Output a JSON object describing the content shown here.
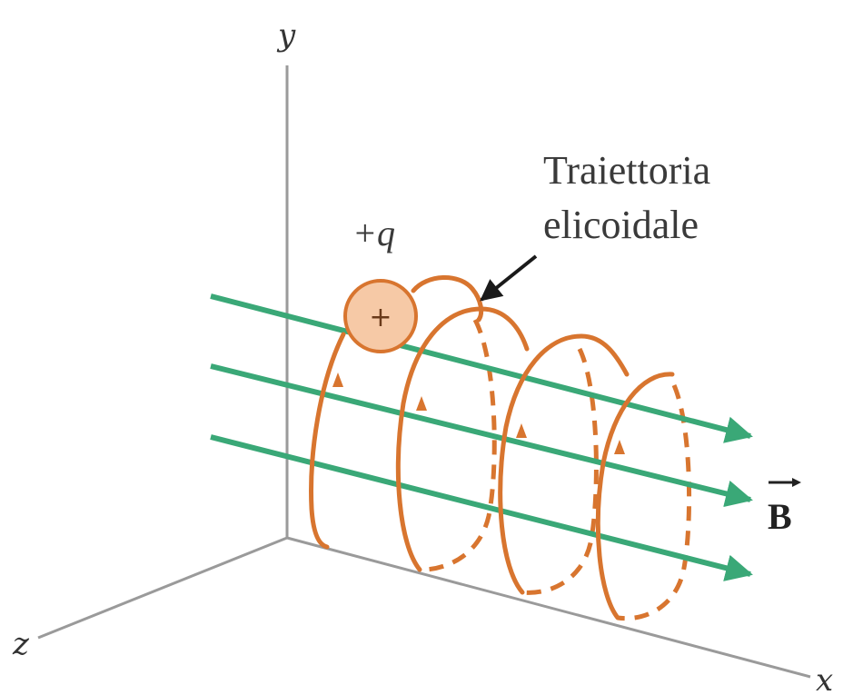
{
  "axes": {
    "x": "x",
    "y": "y",
    "z": "z"
  },
  "charge": {
    "label": "+q",
    "sign": "+"
  },
  "callout": {
    "line1": "Traiettoria",
    "line2": "elicoidale"
  },
  "field": {
    "label": "B"
  },
  "colors": {
    "helix": "#d8752f",
    "field": "#3aa877",
    "axis": "#9a9a9a",
    "charge_fill": "#f6c9a6",
    "charge_stroke": "#d8752f"
  }
}
